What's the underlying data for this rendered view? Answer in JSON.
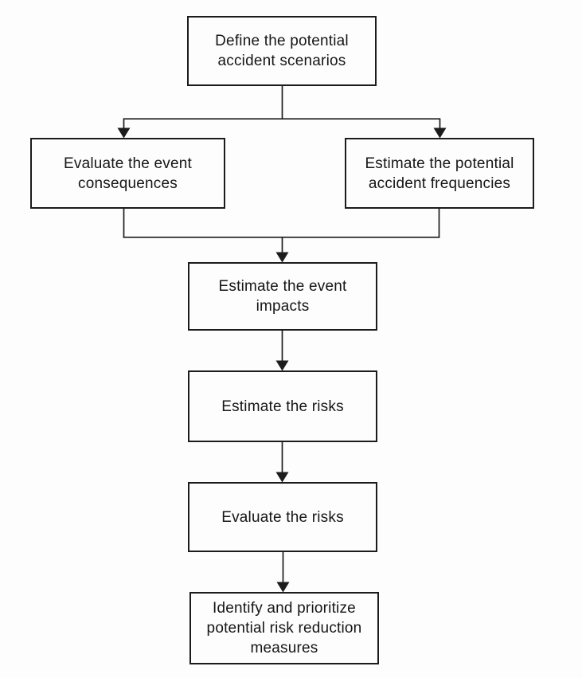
{
  "diagram": {
    "type": "flowchart",
    "colors": {
      "background": "#fdfdfd",
      "ink": "#1c1c1c",
      "box_fill": "#fdfdfd"
    },
    "nodes": [
      {
        "id": "define-scenarios",
        "label": "Define the potential\naccident scenarios"
      },
      {
        "id": "evaluate-consequences",
        "label": "Evaluate the event\nconsequences"
      },
      {
        "id": "estimate-frequencies",
        "label": "Estimate the potential\naccident frequencies"
      },
      {
        "id": "estimate-impacts",
        "label": "Estimate the event\nimpacts"
      },
      {
        "id": "estimate-risks",
        "label": "Estimate the risks"
      },
      {
        "id": "evaluate-risks",
        "label": "Evaluate the risks"
      },
      {
        "id": "identify-measures",
        "label": "Identify and prioritize\npotential risk reduction\nmeasures"
      }
    ],
    "edges": [
      {
        "from": "define-scenarios",
        "to": "evaluate-consequences"
      },
      {
        "from": "define-scenarios",
        "to": "estimate-frequencies"
      },
      {
        "from": "evaluate-consequences",
        "to": "estimate-impacts"
      },
      {
        "from": "estimate-frequencies",
        "to": "estimate-impacts"
      },
      {
        "from": "estimate-impacts",
        "to": "estimate-risks"
      },
      {
        "from": "estimate-risks",
        "to": "evaluate-risks"
      },
      {
        "from": "evaluate-risks",
        "to": "identify-measures"
      }
    ]
  }
}
